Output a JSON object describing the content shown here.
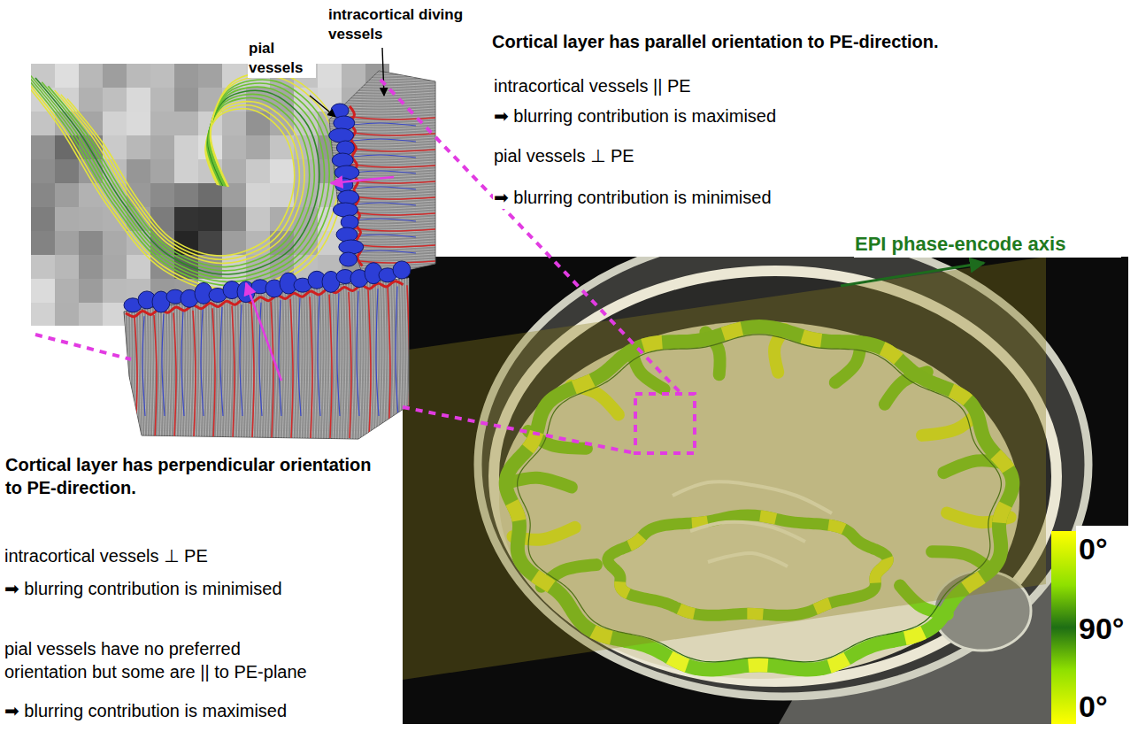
{
  "diagram": {
    "labels": [
      "intracortical diving vessels",
      "pial vessels",
      "Cortical layer has parallel orientation to PE-direction.",
      "intracortical vessels || PE",
      "➡ blurring contribution is maximised",
      "pial vessels ⊥ PE",
      "➡ blurring contribution is minimised",
      "EPI phase-encode axis",
      "Cortical layer has perpendicular orientation to PE-direction.",
      "intracortical vessels ⊥ PE",
      "➡ blurring contribution is minimised",
      "pial vessels have no preferred orientation but some are || to PE-plane",
      "➡ blurring contribution is maximised",
      "0°",
      "90°",
      "0°"
    ]
  }
}
